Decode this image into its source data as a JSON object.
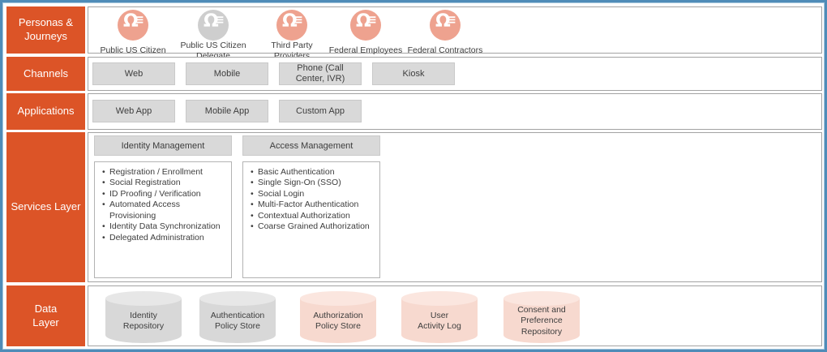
{
  "colors": {
    "outer_border": "#4f8cb8",
    "accent_orange": "#dc5427",
    "row_border": "#a3a3a3",
    "chip_gray": "#d9d9d9",
    "chip_border": "#c9c9c9",
    "icon_salmon": "#eea28f",
    "icon_gray": "#cecece",
    "cyl_gray": "#d8d8d8",
    "cyl_gray_top": "#e7e7e7",
    "cyl_pink": "#f7d9cf",
    "cyl_pink_top": "#fbe6df",
    "text": "#3d3d3d"
  },
  "icons": {
    "persona": {
      "name": "user-list-icon",
      "glyph": "Ω",
      "lines": "≡"
    }
  },
  "rows": {
    "personas": {
      "label": "Personas &\nJourneys",
      "items": [
        {
          "label": "Public US Citizen",
          "color": "salmon"
        },
        {
          "label": "Public US Citizen\nDelegate",
          "color": "gray"
        },
        {
          "label": "Third Party\nProviders",
          "color": "salmon"
        },
        {
          "label": "Federal Employees",
          "color": "salmon"
        },
        {
          "label": "Federal Contractors",
          "color": "salmon"
        }
      ]
    },
    "channels": {
      "label": "Channels",
      "items": [
        "Web",
        "Mobile",
        "Phone (Call Center, IVR)",
        "Kiosk"
      ]
    },
    "applications": {
      "label": "Applications",
      "items": [
        "Web App",
        "Mobile App",
        "Custom App"
      ]
    },
    "services": {
      "label": "Services Layer",
      "groups": [
        {
          "title": "Identity Management",
          "items": [
            "Registration / Enrollment",
            "Social Registration",
            "ID Proofing / Verification",
            "Automated Access Provisioning",
            "Identity Data Synchronization",
            "Delegated Administration"
          ]
        },
        {
          "title": "Access Management",
          "items": [
            "Basic Authentication",
            "Single Sign-On (SSO)",
            "Social Login",
            "Multi-Factor Authentication",
            "Contextual Authorization",
            "Coarse Grained Authorization"
          ]
        }
      ]
    },
    "data_layer": {
      "label": "Data\nLayer",
      "stores": [
        {
          "label": "Identity\nRepository",
          "color": "gray"
        },
        {
          "label": "Authentication\nPolicy Store",
          "color": "gray"
        },
        {
          "label": "Authorization\nPolicy Store",
          "color": "pink"
        },
        {
          "label": "User\nActivity Log",
          "color": "pink"
        },
        {
          "label": "Consent and\nPreference\nRepository",
          "color": "pink"
        }
      ]
    }
  }
}
